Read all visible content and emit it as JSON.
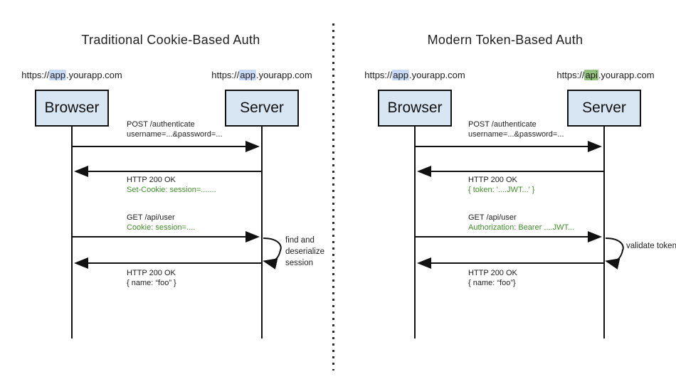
{
  "colors": {
    "box_fill": "#d8e6f3",
    "box_border": "#111111",
    "line": "#111111",
    "green_text": "#3f8f29",
    "blue_highlight": "#c9daf8",
    "green_highlight": "#93c47d",
    "text": "#1c1c1c"
  },
  "left": {
    "title": "Traditional Cookie-Based Auth",
    "browser": {
      "label": "Browser",
      "url_prefix": "https://",
      "url_host": "app",
      "url_rest": ".yourapp.com"
    },
    "server": {
      "label": "Server",
      "url_prefix": "https://",
      "url_host": "app",
      "url_rest": ".yourapp.com"
    },
    "messages": {
      "m1_line1": "POST /authenticate",
      "m1_line2": "username=...&password=...",
      "m2_line1": "HTTP 200 OK",
      "m2_line2": "Set-Cookie: session=.......",
      "m3_line1": "GET /api/user",
      "m3_line2": "Cookie: session=....",
      "m4_line1": "HTTP 200 OK",
      "m4_line2": "{ name: “foo” }"
    },
    "note_lines": [
      "find and",
      "deserialize",
      "session"
    ]
  },
  "right": {
    "title": "Modern Token-Based Auth",
    "browser": {
      "label": "Browser",
      "url_prefix": "https://",
      "url_host": "app",
      "url_rest": ".yourapp.com"
    },
    "server": {
      "label": "Server",
      "url_prefix": "https://",
      "url_host": "api",
      "url_rest": ".yourapp.com"
    },
    "messages": {
      "m1_line1": "POST /authenticate",
      "m1_line2": "username=...&password=...",
      "m2_line1": "HTTP 200 OK",
      "m2_line2": "{ token: '....JWT...' }",
      "m3_line1": "GET /api/user",
      "m3_line2": "Authorization: Bearer ....JWT...",
      "m4_line1": "HTTP 200 OK",
      "m4_line2": "{ name: “foo”}"
    },
    "note": "validate token"
  }
}
